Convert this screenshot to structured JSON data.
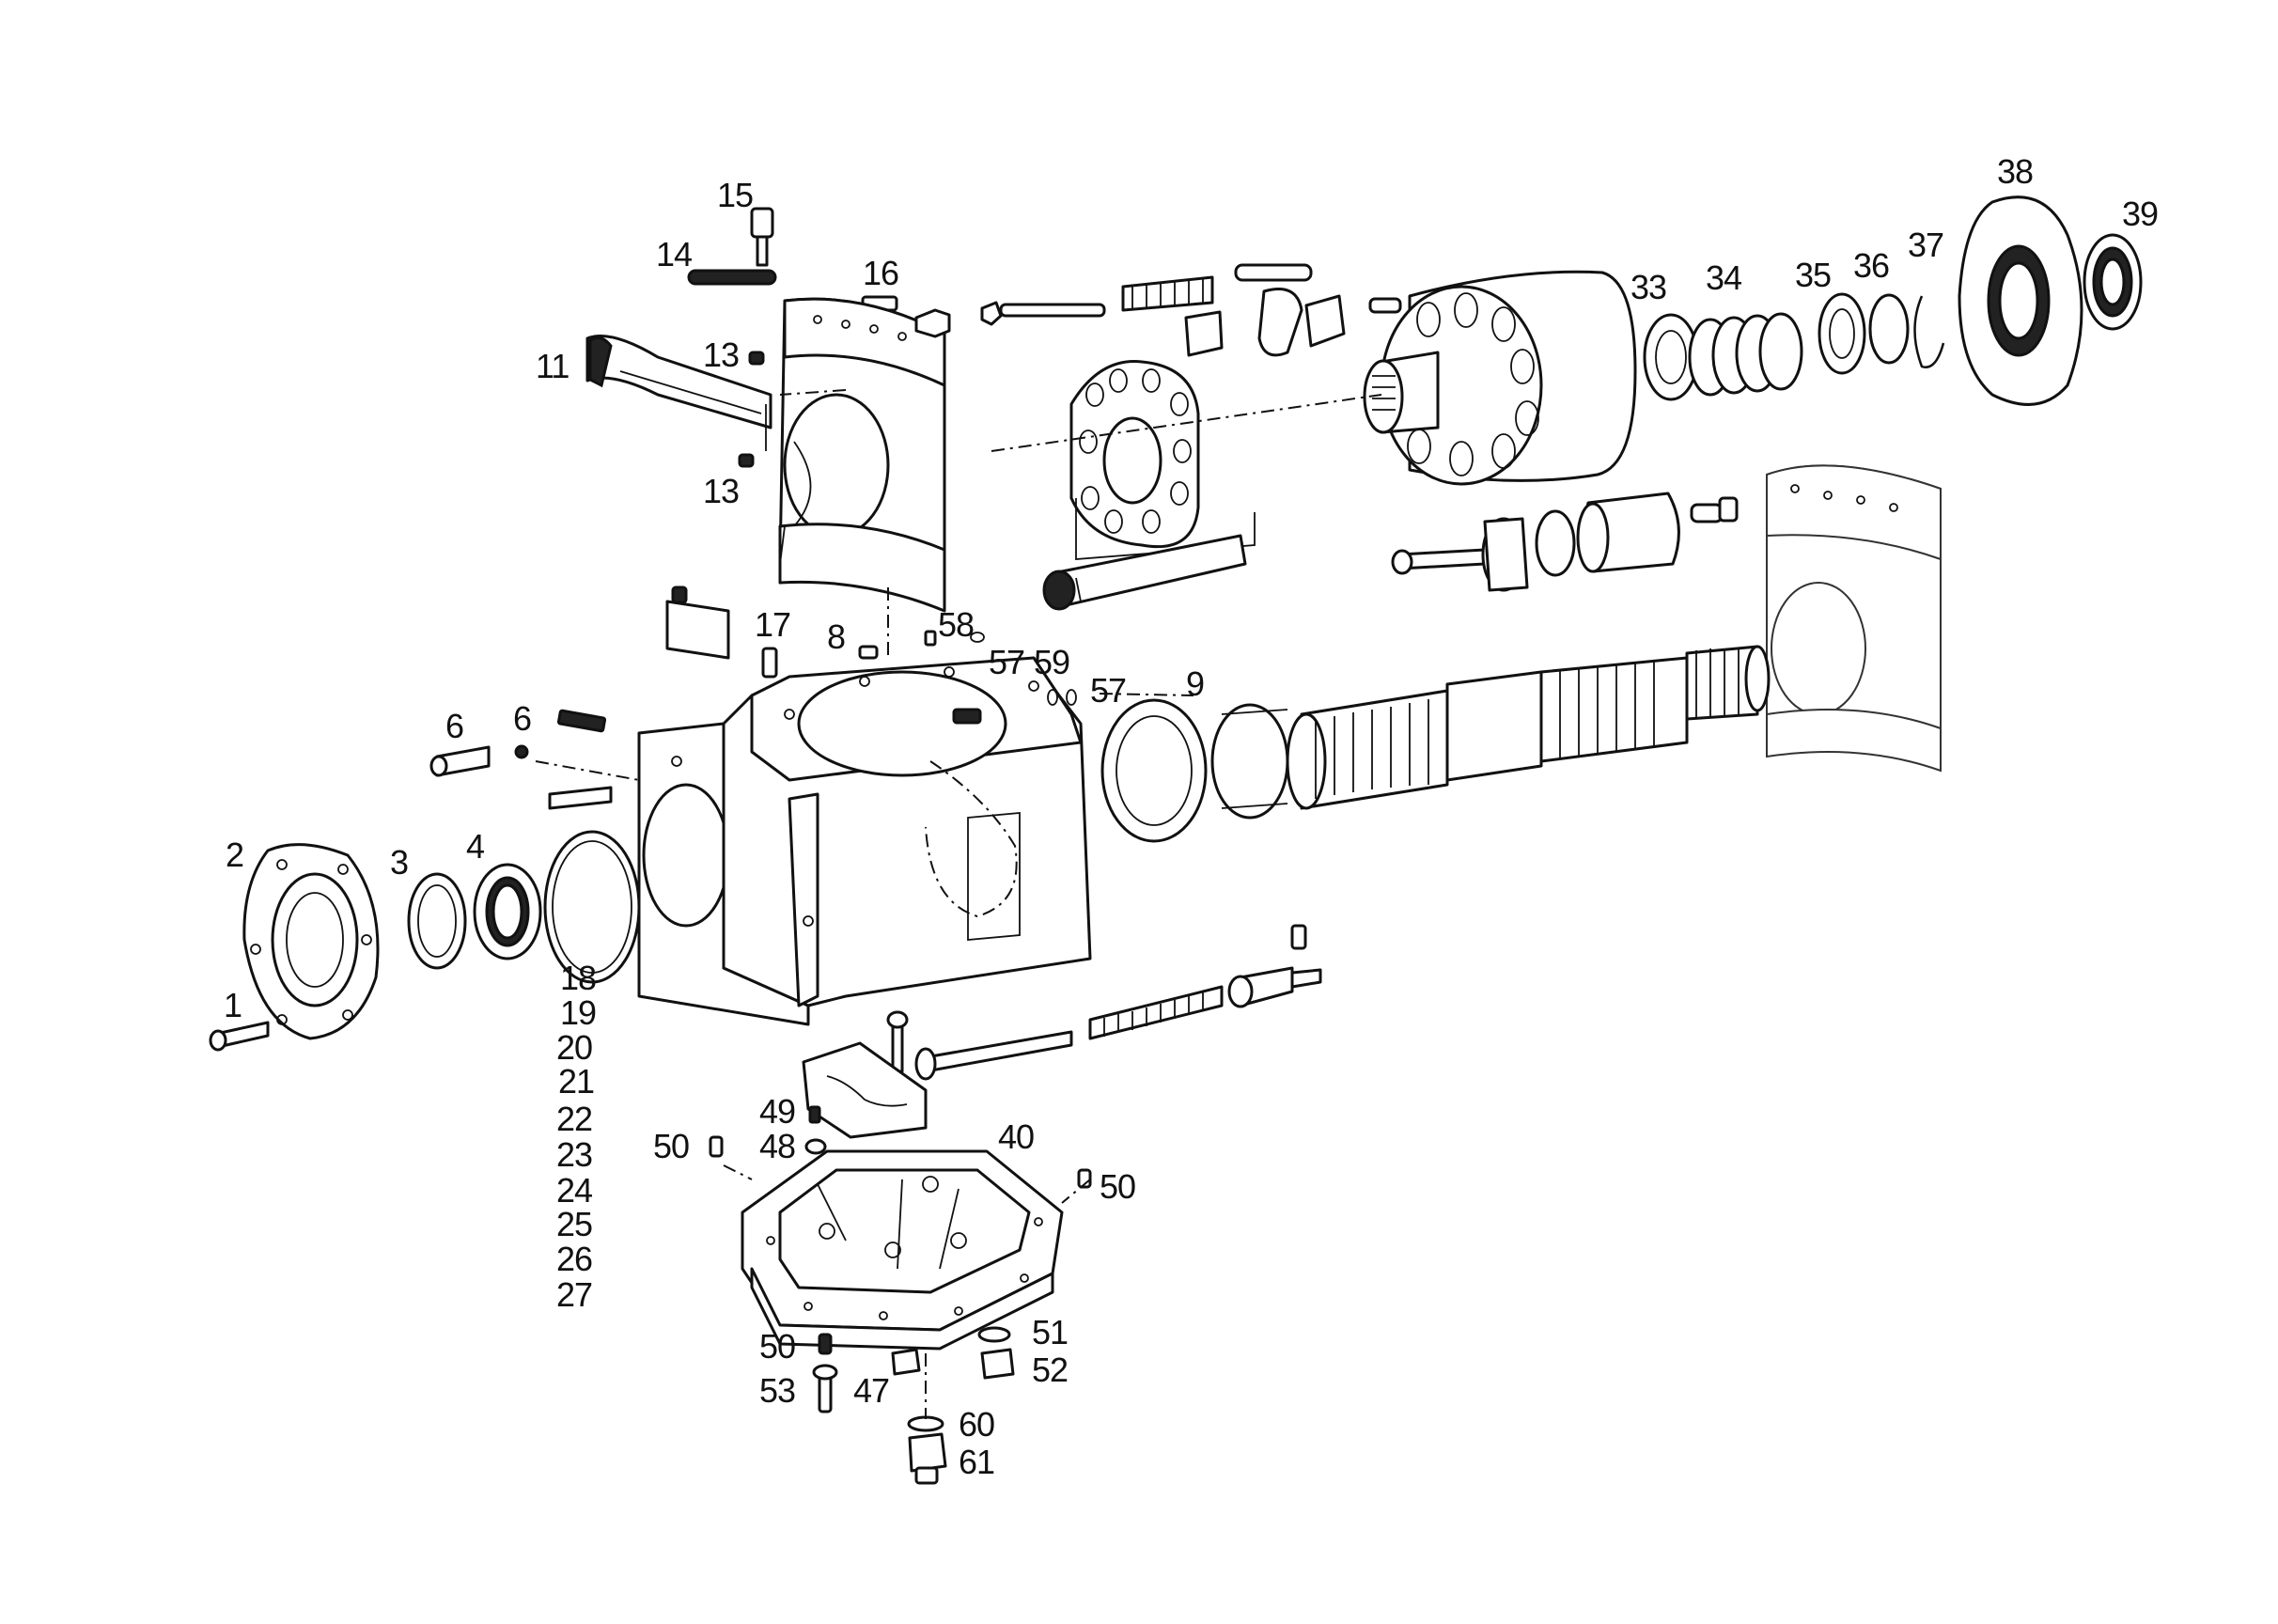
{
  "diagram": {
    "part_labels": [
      "1",
      "2",
      "3",
      "4",
      "6",
      "6",
      "8",
      "9",
      "11",
      "13",
      "13",
      "14",
      "15",
      "16",
      "17",
      "18",
      "19",
      "20",
      "21",
      "22",
      "23",
      "24",
      "25",
      "26",
      "27",
      "33",
      "34",
      "35",
      "36",
      "37",
      "38",
      "39",
      "40",
      "47",
      "48",
      "49",
      "50",
      "50",
      "50",
      "51",
      "52",
      "53",
      "57",
      "57",
      "58",
      "59",
      "60",
      "61"
    ]
  }
}
